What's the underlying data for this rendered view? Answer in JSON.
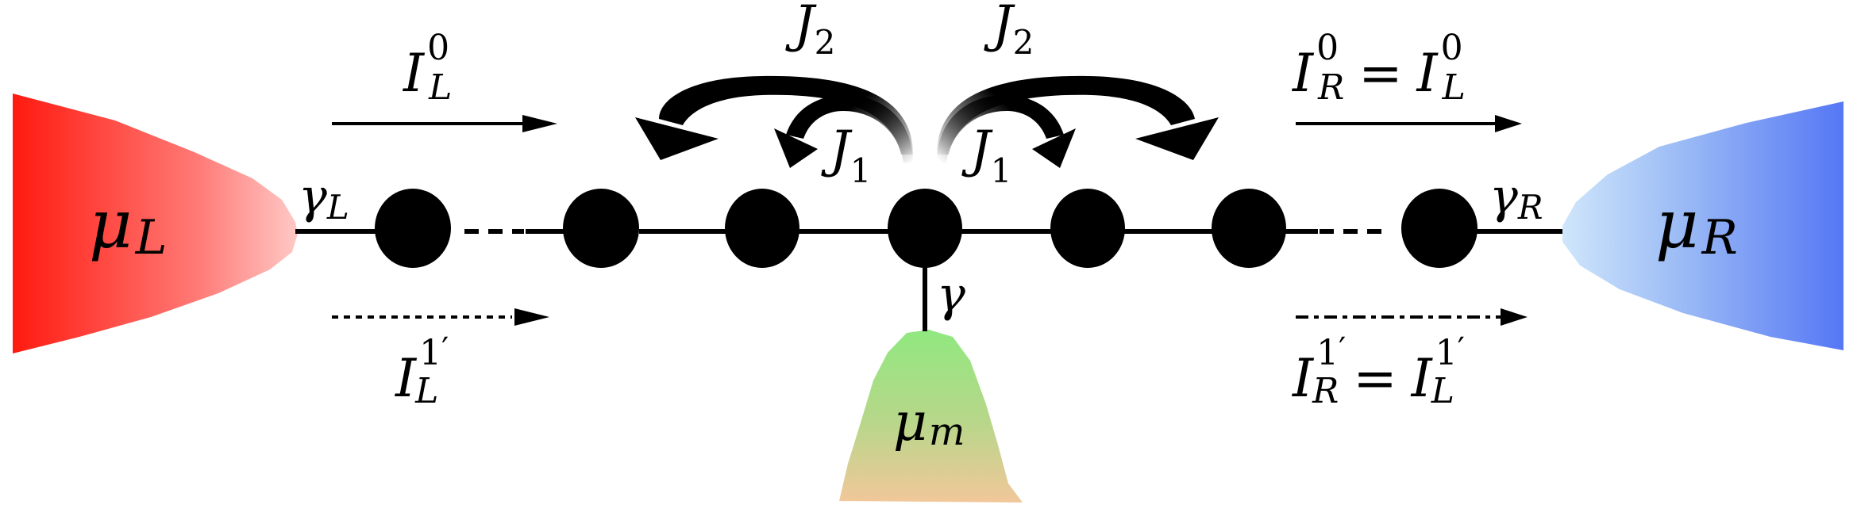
{
  "labels": {
    "mu": "μ",
    "gamma": "γ",
    "J": "J",
    "I": "I",
    "L": "L",
    "R": "R",
    "m": "m",
    "one": "1",
    "two": "2",
    "zero": "0",
    "prime": "′",
    "equals": "="
  },
  "colors": {
    "left_reservoir": "#ff1a10",
    "right_reservoir": "#5577f5",
    "middle_reservoir_top": "#90e880",
    "middle_reservoir_bottom": "#f2c79a",
    "sites": "#000000"
  }
}
